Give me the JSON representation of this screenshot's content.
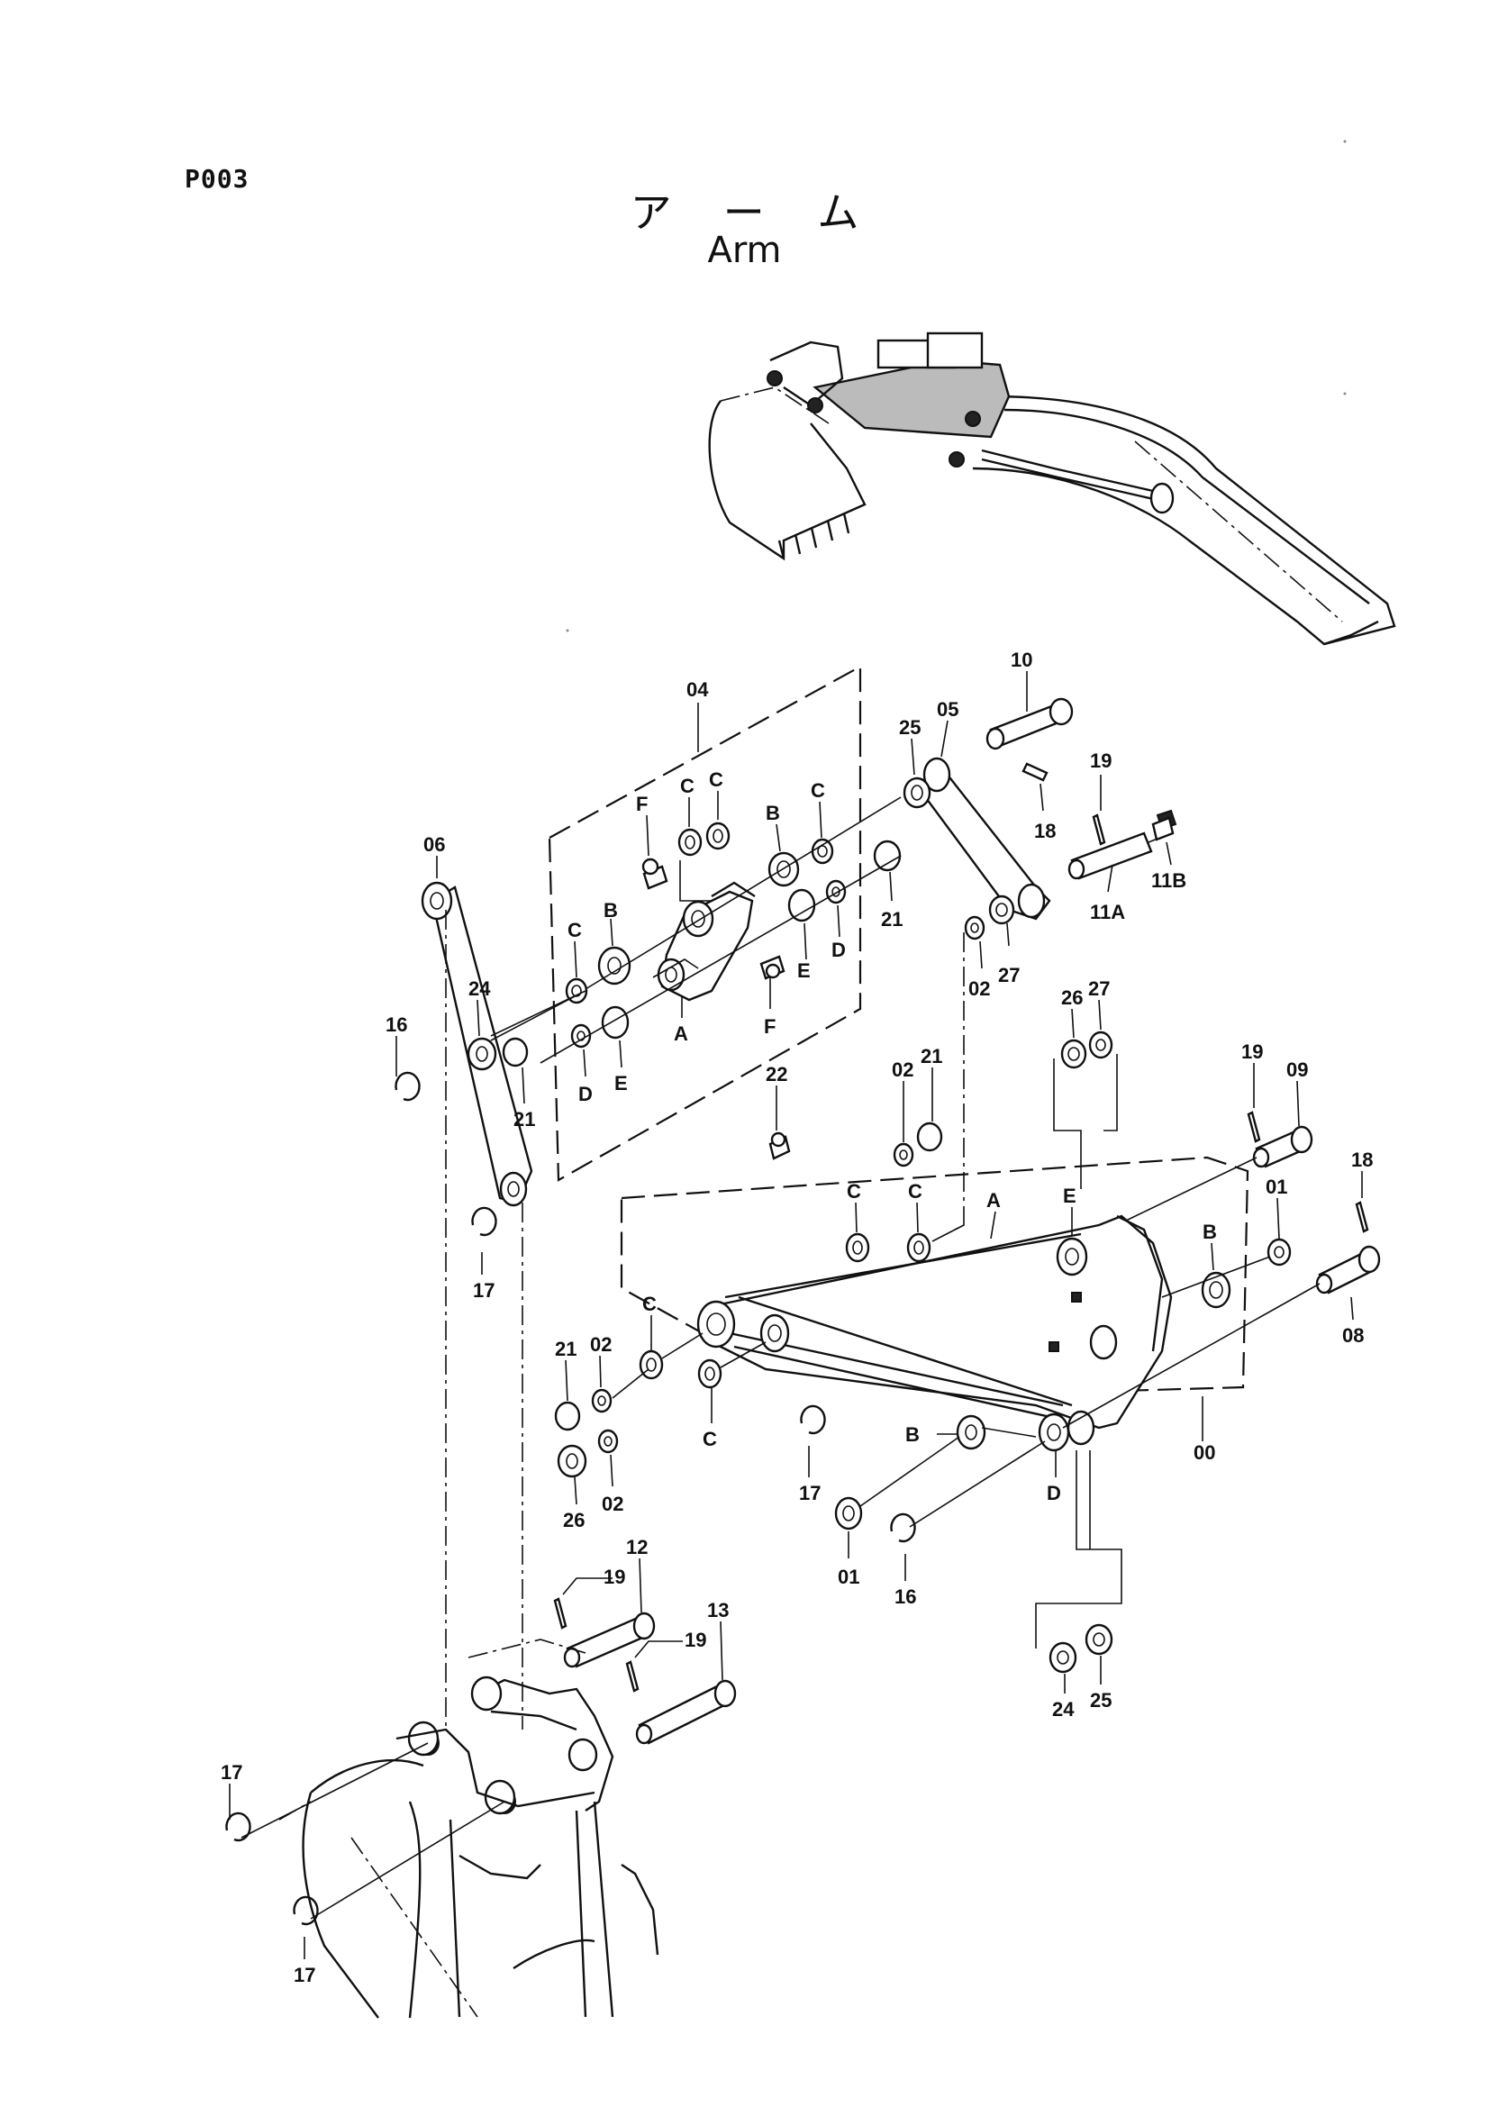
{
  "page_id": "P003",
  "title_jp": "アーム",
  "title_en": "Arm",
  "callouts": {
    "c04": "04",
    "c05": "05",
    "c10": "10",
    "c25a": "25",
    "c19a": "19",
    "c18a": "18",
    "c11A": "11A",
    "c11B": "11B",
    "cF1": "F",
    "cF2": "F",
    "cC1": "C",
    "cC2": "C",
    "cC3": "C",
    "cC4": "C",
    "cB1": "B",
    "cB2": "B",
    "cA1": "A",
    "cD1": "D",
    "cD2": "D",
    "cE1": "E",
    "cE2": "E",
    "c21a": "21",
    "c21b": "21",
    "c02a": "02",
    "c27a": "27",
    "c24a": "24",
    "c06": "06",
    "c16a": "16",
    "c17a": "17",
    "c22": "22",
    "c02b": "02",
    "c21c": "21",
    "c26a": "26",
    "c27b": "27",
    "c19b": "19",
    "c09": "09",
    "c18b": "18",
    "c01a": "01",
    "c08": "08",
    "cCc1": "C",
    "cCc2": "C",
    "cAmain": "A",
    "cEmain": "E",
    "cBmain": "B",
    "cCc3": "C",
    "cCc4": "C",
    "c21d": "21",
    "c02c": "02",
    "c02d": "02",
    "c26b": "26",
    "c17b": "17",
    "cBlow": "B",
    "cDlow": "D",
    "c01b": "01",
    "c16b": "16",
    "c00": "00",
    "c24b": "24",
    "c25b": "25",
    "c12": "12",
    "c19c": "19",
    "c13": "13",
    "c19d": "19",
    "c17c": "17",
    "c17d": "17"
  }
}
